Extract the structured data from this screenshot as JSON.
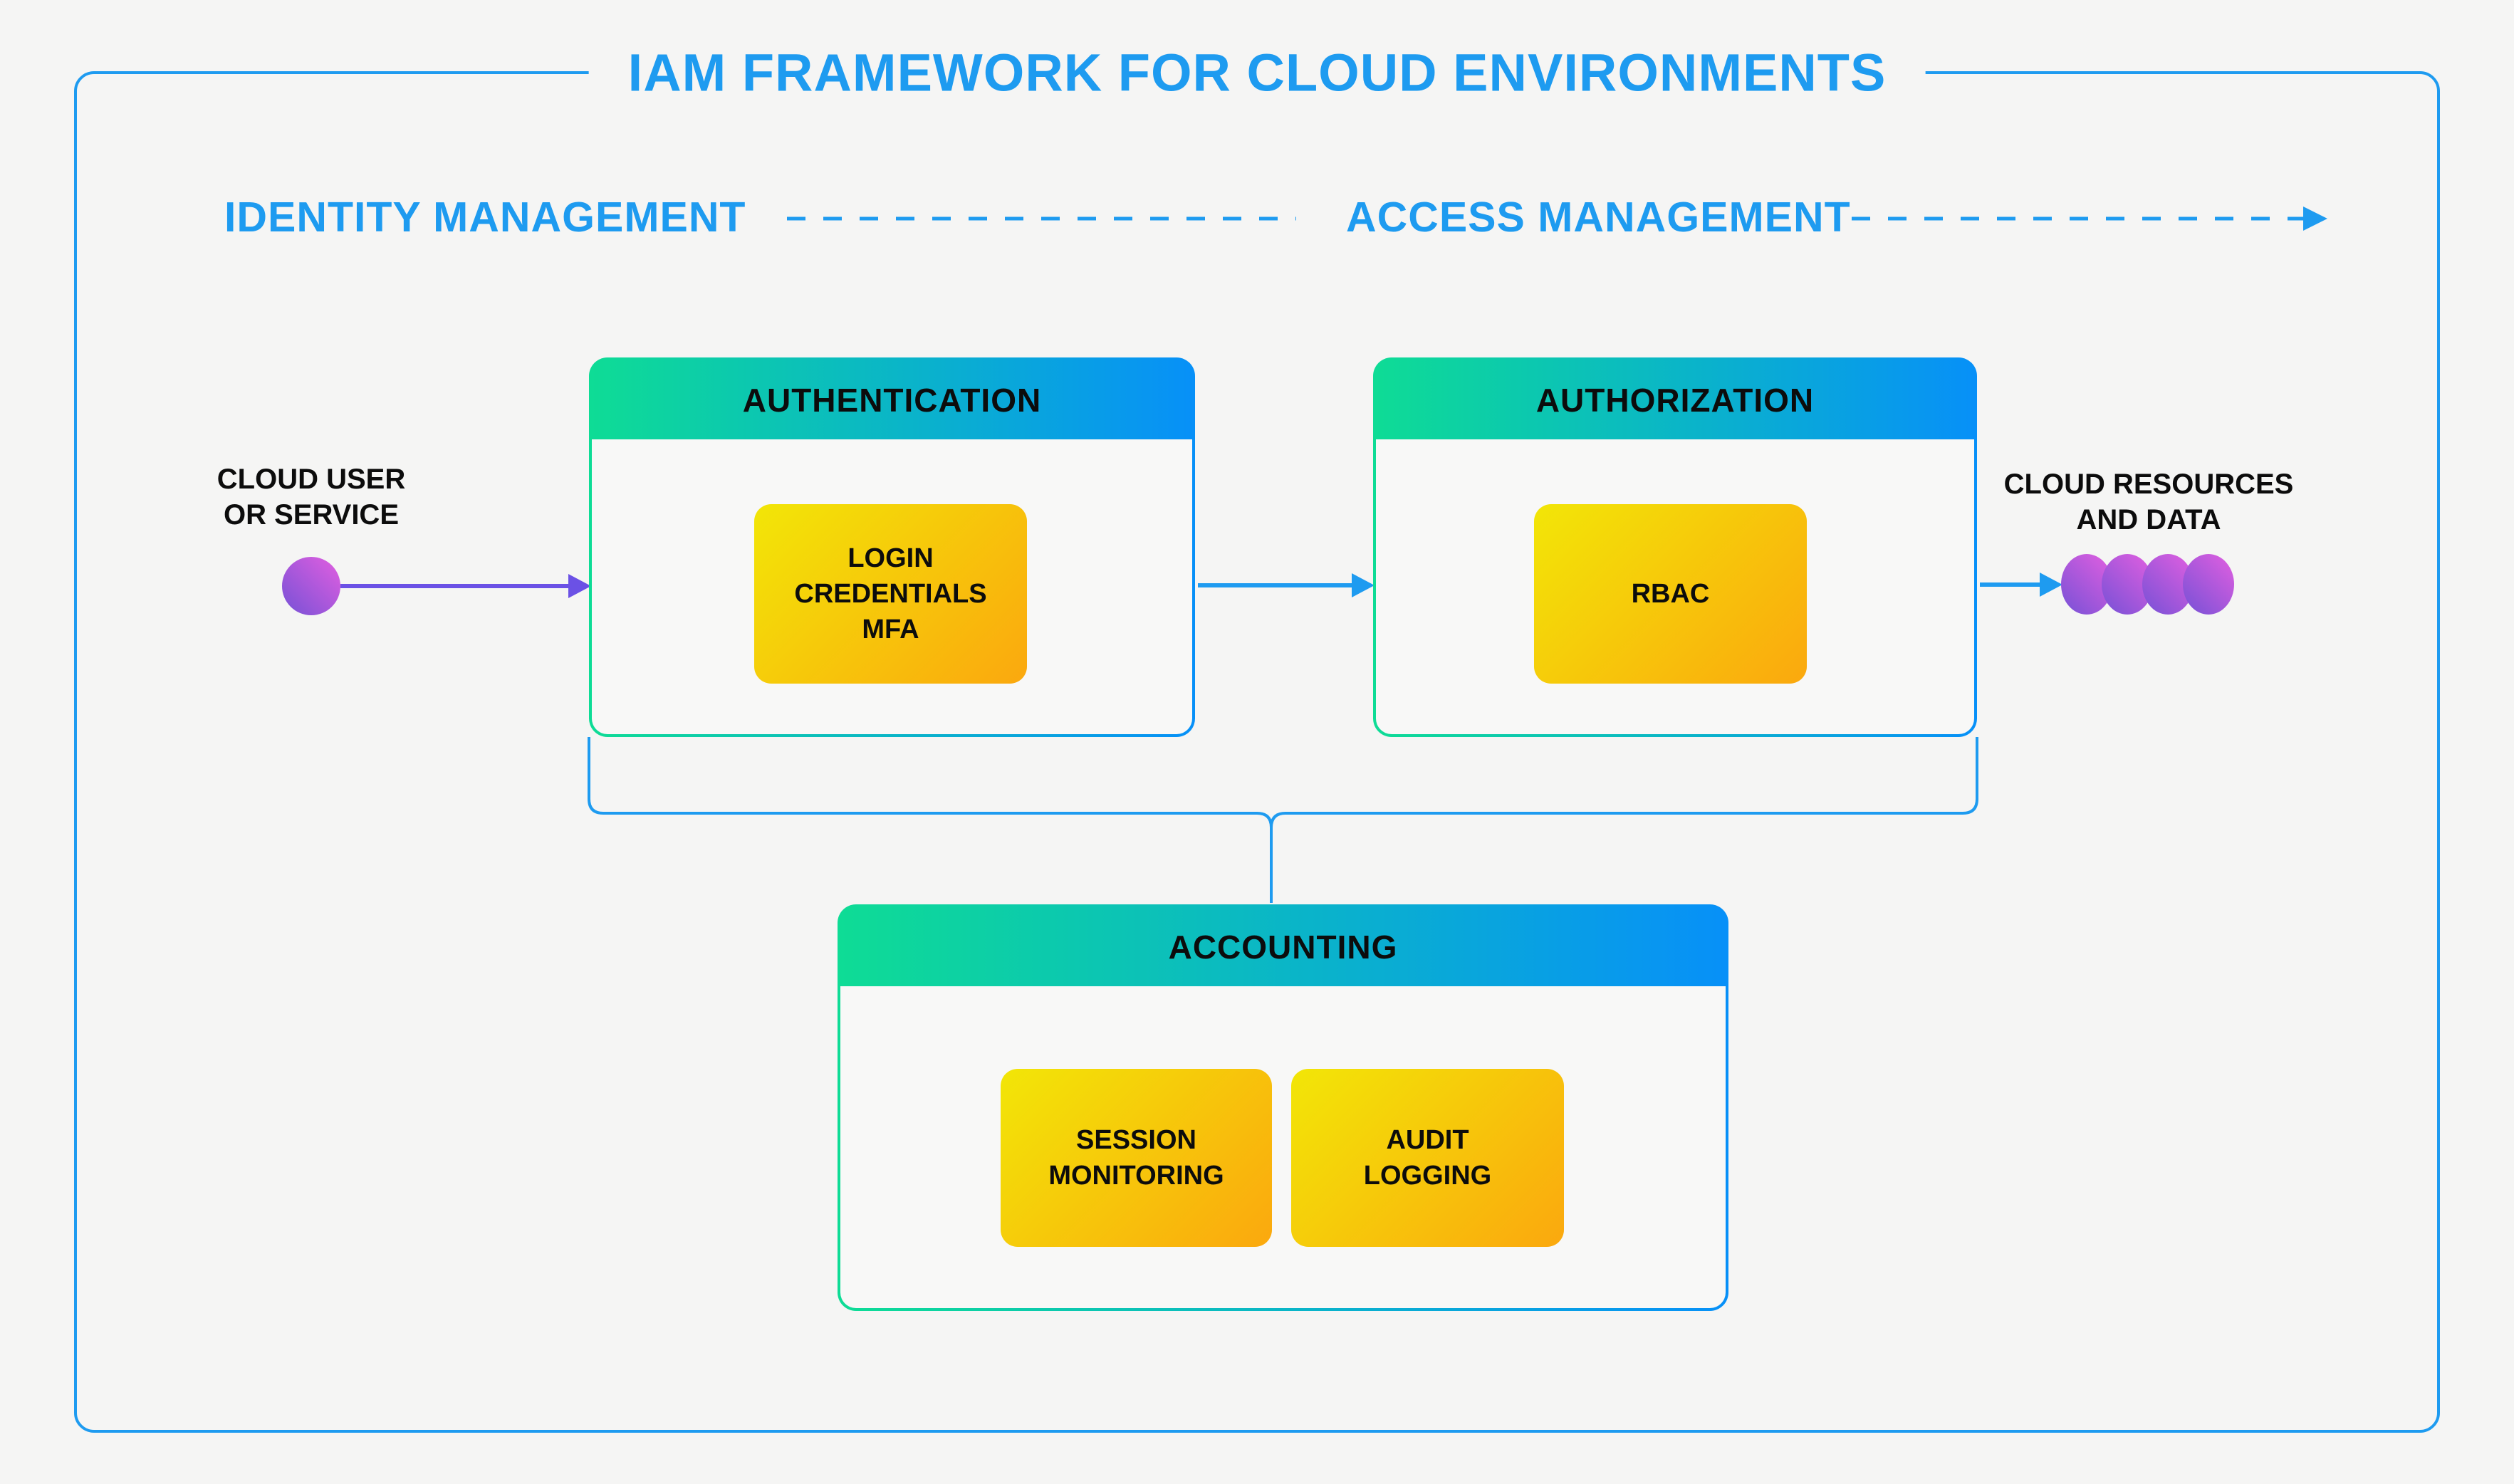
{
  "title": "IAM FRAMEWORK FOR CLOUD ENVIRONMENTS",
  "lanes": {
    "identity_label": "IDENTITY MANAGEMENT",
    "access_label": "ACCESS MANAGEMENT"
  },
  "actors": {
    "user_line1": "CLOUD USER",
    "user_line2": "OR SERVICE",
    "resources_line1": "CLOUD RESOURCES",
    "resources_line2": "AND DATA"
  },
  "panels": {
    "authentication": {
      "title": "AUTHENTICATION",
      "item_line1": "LOGIN",
      "item_line2": "CREDENTIALS",
      "item_line3": "MFA"
    },
    "authorization": {
      "title": "AUTHORIZATION",
      "item": "RBAC"
    },
    "accounting": {
      "title": "ACCOUNTING",
      "item1_line1": "SESSION",
      "item1_line2": "MONITORING",
      "item2_line1": "AUDIT",
      "item2_line2": "LOGGING"
    }
  },
  "colors": {
    "accent_blue": "#1e9bf0",
    "gradient_green": "#0edc95",
    "gradient_blue": "#0790f8",
    "node_yellow": "#f2e607",
    "node_orange": "#fba80e",
    "actor_pink": "#e35fe0",
    "actor_purple": "#7551d6",
    "arrow_purple": "#6b51e5",
    "text_black": "#0c0c0c",
    "background": "#f5f5f4",
    "panel_background": "#f8f8f7"
  }
}
